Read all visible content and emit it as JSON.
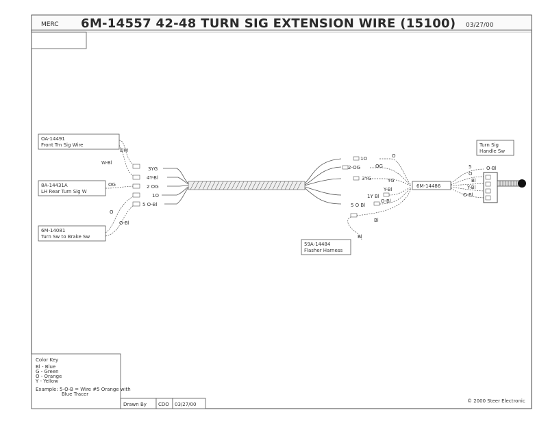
{
  "title_block": {
    "company": "MERC",
    "part_title": "6M-14557  42-48 TURN SIG EXTENSION WIRE (15100)",
    "date": "03/27/00"
  },
  "components": {
    "front_turn": {
      "id": "OA-14491",
      "name": "Front Trn Sig Wire"
    },
    "lh_rear": {
      "id": "8A-14431A",
      "name": "LH Rear Turn Sig W"
    },
    "brake_sw": {
      "id": "6M-14081",
      "name": "Turn Sw to Brake Sw"
    },
    "flasher": {
      "id": "59A-14484",
      "name": "Flasher Harness"
    },
    "handle_sw": {
      "line1": "Turn Sig",
      "line2": "Handle Sw"
    },
    "connector_6m": {
      "id": "6M-14486"
    }
  },
  "left_wires": {
    "w_dg": "DW",
    "w_wbl": "W-Bl",
    "w_og": "OG",
    "w_o": "O",
    "w_obl": "O-Bl",
    "p1": "3YG",
    "p2": "4Y-Bl",
    "p3": "2 OG",
    "p4": "1O",
    "p5": "5 O-Bl"
  },
  "right_wires": {
    "r1": "1O",
    "r1b": "O",
    "r2": "2-OG",
    "r2b": "OG",
    "r3": "3YG",
    "r3b": "YG",
    "r4": "1Y Bl",
    "r4b": "Y-Bl",
    "r5": "5 O Bl",
    "r5b": "O-Bl",
    "bl1": "Bl",
    "bl2": "Bl"
  },
  "handle_wires": {
    "h1": "5",
    "h2": "O",
    "h3": "Bl",
    "h4": "Y-Bl",
    "h5": "O-Bl",
    "h6": "O-Bl"
  },
  "color_key": {
    "title": "Color Key",
    "items": [
      "Bl - Blue",
      "G - Green",
      "O - Orange",
      "Y - Yellow"
    ],
    "example_line1": "Example: 5-O-B = Wire #5 Orange with",
    "example_line2": "Blue Tracer"
  },
  "drawn_by": {
    "label": "Drawn By",
    "initials": "CDO",
    "date": "03/27/00"
  },
  "copyright": "© 2000 Steer Electronic"
}
